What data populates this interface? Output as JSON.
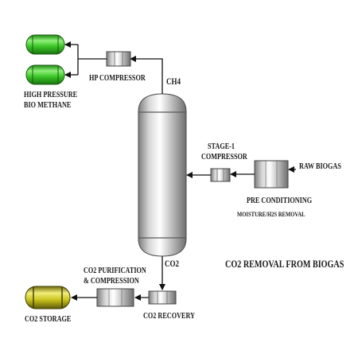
{
  "diagram": {
    "title": "CO2 REMOVAL FROM BIOGAS",
    "nodes": {
      "hp_compressor": "HP COMPRESSOR",
      "high_pressure_line1": "HIGH PRESSURE",
      "high_pressure_line2": "BIO METHANE",
      "ch4": "CH4",
      "stage1_line1": "STAGE-1",
      "stage1_line2": "COMPRESSOR",
      "raw_biogas": "RAW BIOGAS",
      "pre_conditioning": "PRE CONDITIONING",
      "moisture_removal": "MOISTURE/H2S REMOVAL",
      "co2": "CO2",
      "co2_purification_line1": "CO2 PURIFICATION",
      "co2_purification_line2": "& COMPRESSION",
      "co2_recovery": "CO2 RECOVERY",
      "co2_storage": "CO2 STORAGE"
    },
    "colors": {
      "methane_tank": "#33cc22",
      "co2_tank": "#c8c41a",
      "equipment": "#b8b8b8",
      "line": "#111111"
    }
  }
}
